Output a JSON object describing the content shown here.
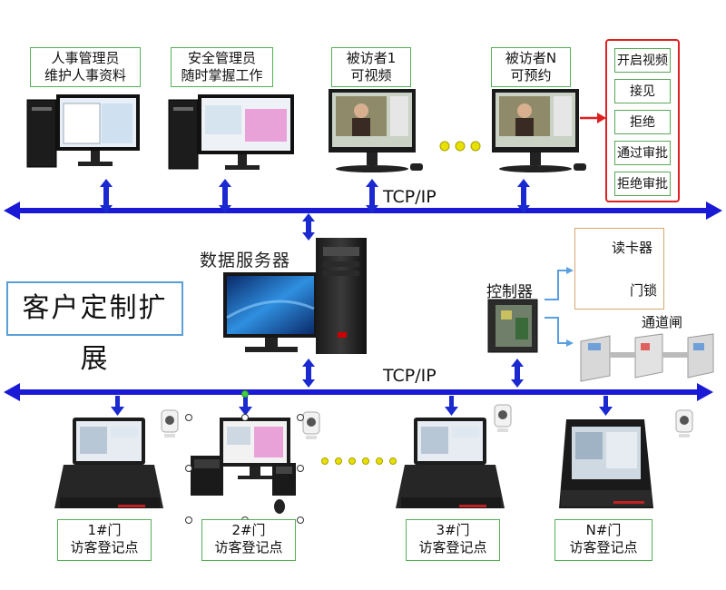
{
  "top_nodes": [
    {
      "line1": "人事管理员",
      "line2": "维护人事资料"
    },
    {
      "line1": "安全管理员",
      "line2": "随时掌握工作"
    },
    {
      "line1": "被访者1",
      "line2": "可视频"
    },
    {
      "line1": "被访者N",
      "line2": "可预约"
    }
  ],
  "visitee_actions": [
    "开启视频",
    "接见",
    "拒绝",
    "通过审批",
    "拒绝审批"
  ],
  "network": {
    "top_bus_label": "TCP/IP",
    "bottom_bus_label": "TCP/IP"
  },
  "server": {
    "label": "数据服务器"
  },
  "title": "客户定制扩展",
  "controller": {
    "label": "控制器"
  },
  "devices": {
    "card_reader": "读卡器",
    "door_lock": "门锁",
    "turnstile": "通道闸"
  },
  "bottom_nodes": [
    {
      "line1": "1#门",
      "line2": "访客登记点"
    },
    {
      "line1": "2#门",
      "line2": "访客登记点"
    },
    {
      "line1": "3#门",
      "line2": "访客登记点"
    },
    {
      "line1": "N#门",
      "line2": "访客登记点"
    }
  ],
  "colors": {
    "bus": "#1a1ad6",
    "arrow": "#1a2ad0",
    "highlight_border": "#e02020",
    "label_border": "#55b055",
    "title_border": "#5aa0d8"
  }
}
